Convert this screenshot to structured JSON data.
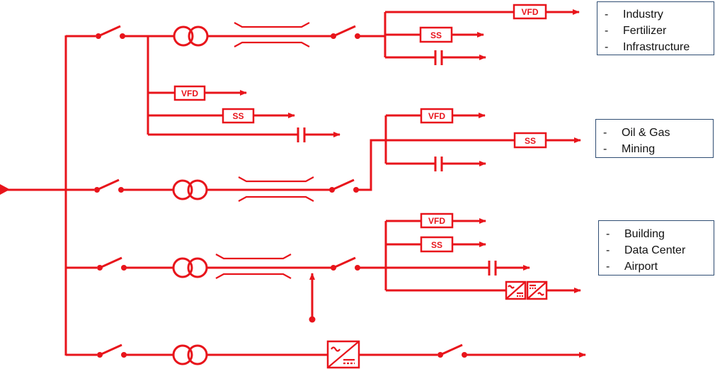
{
  "diagram": {
    "title": "",
    "colors": {
      "line": "#e8141b",
      "legend_border": "#2f4d73"
    },
    "component_labels": {
      "vfd": "VFD",
      "soft_starter": "SS"
    },
    "legends": [
      {
        "items": [
          "Industry",
          "Fertilizer",
          "Infrastructure"
        ]
      },
      {
        "items": [
          "Oil & Gas",
          "Mining"
        ]
      },
      {
        "items": [
          "Building",
          "Data Center",
          "Airport"
        ]
      }
    ],
    "legend_bullet": "-"
  }
}
